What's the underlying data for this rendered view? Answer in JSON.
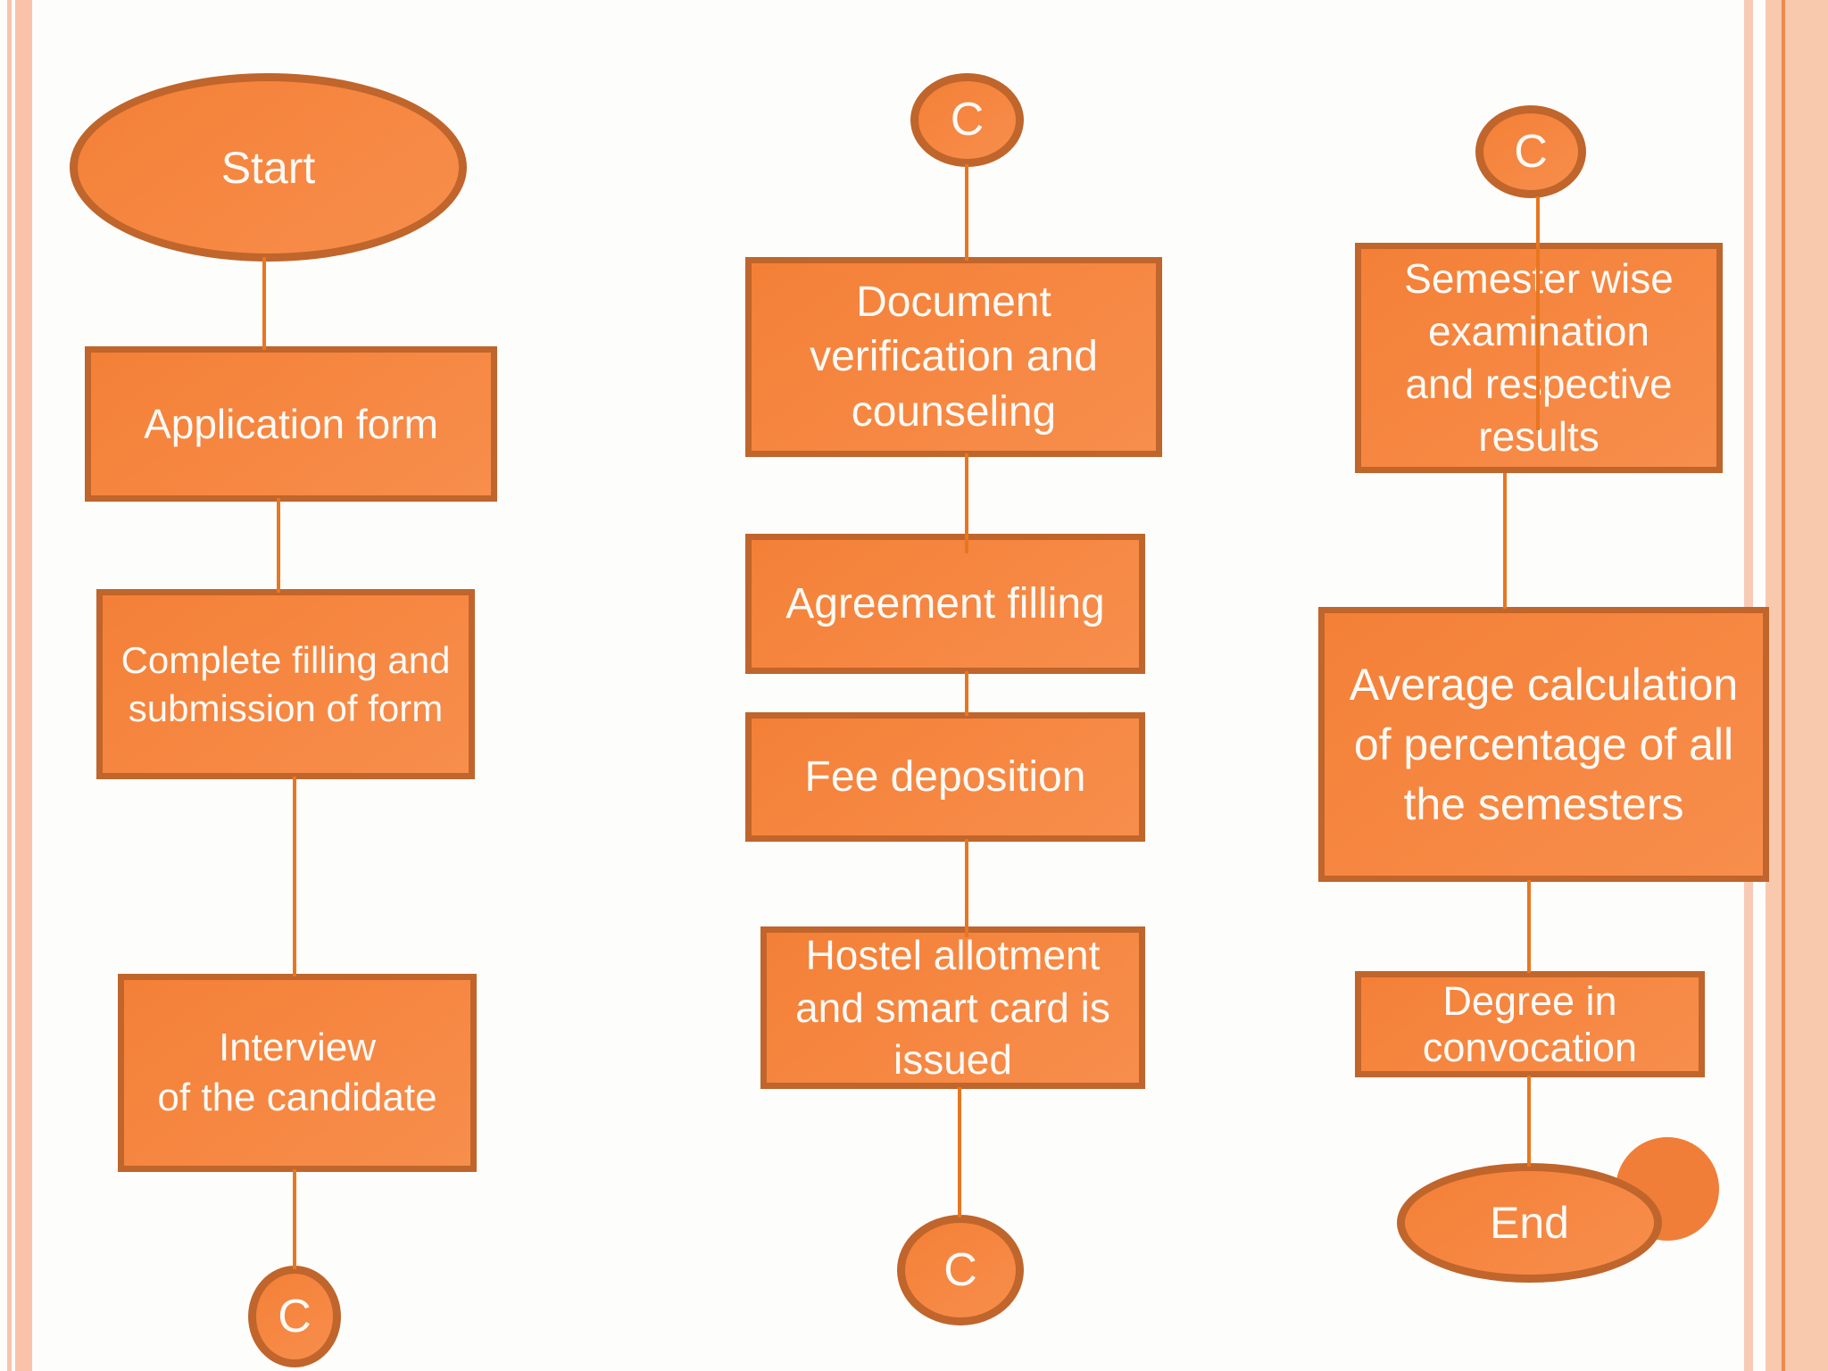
{
  "palette": {
    "canvas_bg": "#FDFDFC",
    "shape_fill": "#F48037",
    "shape_fill_light": "#F78E4C",
    "shape_border": "#C0652B",
    "connector_line": "#E87620",
    "label_text": "#FCFAF6",
    "stripe_pink": "#FAC3A9",
    "stripe_salmon": "#F9C9AE",
    "stripe_pale": "#F8CBB6",
    "stripe_accent_line": "#EC8A4C",
    "end_accent_circle": "#F07E38"
  },
  "nodes": {
    "start": "Start",
    "application": "Application form",
    "complete": "Complete filling and\nsubmission of form",
    "interview": "Interview\nof the candidate",
    "connector_col1_bottom": "C",
    "connector_col2_top": "C",
    "document": "Document\nverification and\ncounseling",
    "agreement": "Agreement filling",
    "fee": "Fee deposition",
    "hostel": "Hostel allotment\nand smart card is\nissued",
    "connector_col2_bottom": "C",
    "connector_col3_top": "C",
    "semester": "Semester wise\nexamination\nand respective\nresults",
    "average": "Average calculation\nof percentage of all\nthe semesters",
    "degree": "Degree in\nconvocation",
    "end": "End"
  }
}
